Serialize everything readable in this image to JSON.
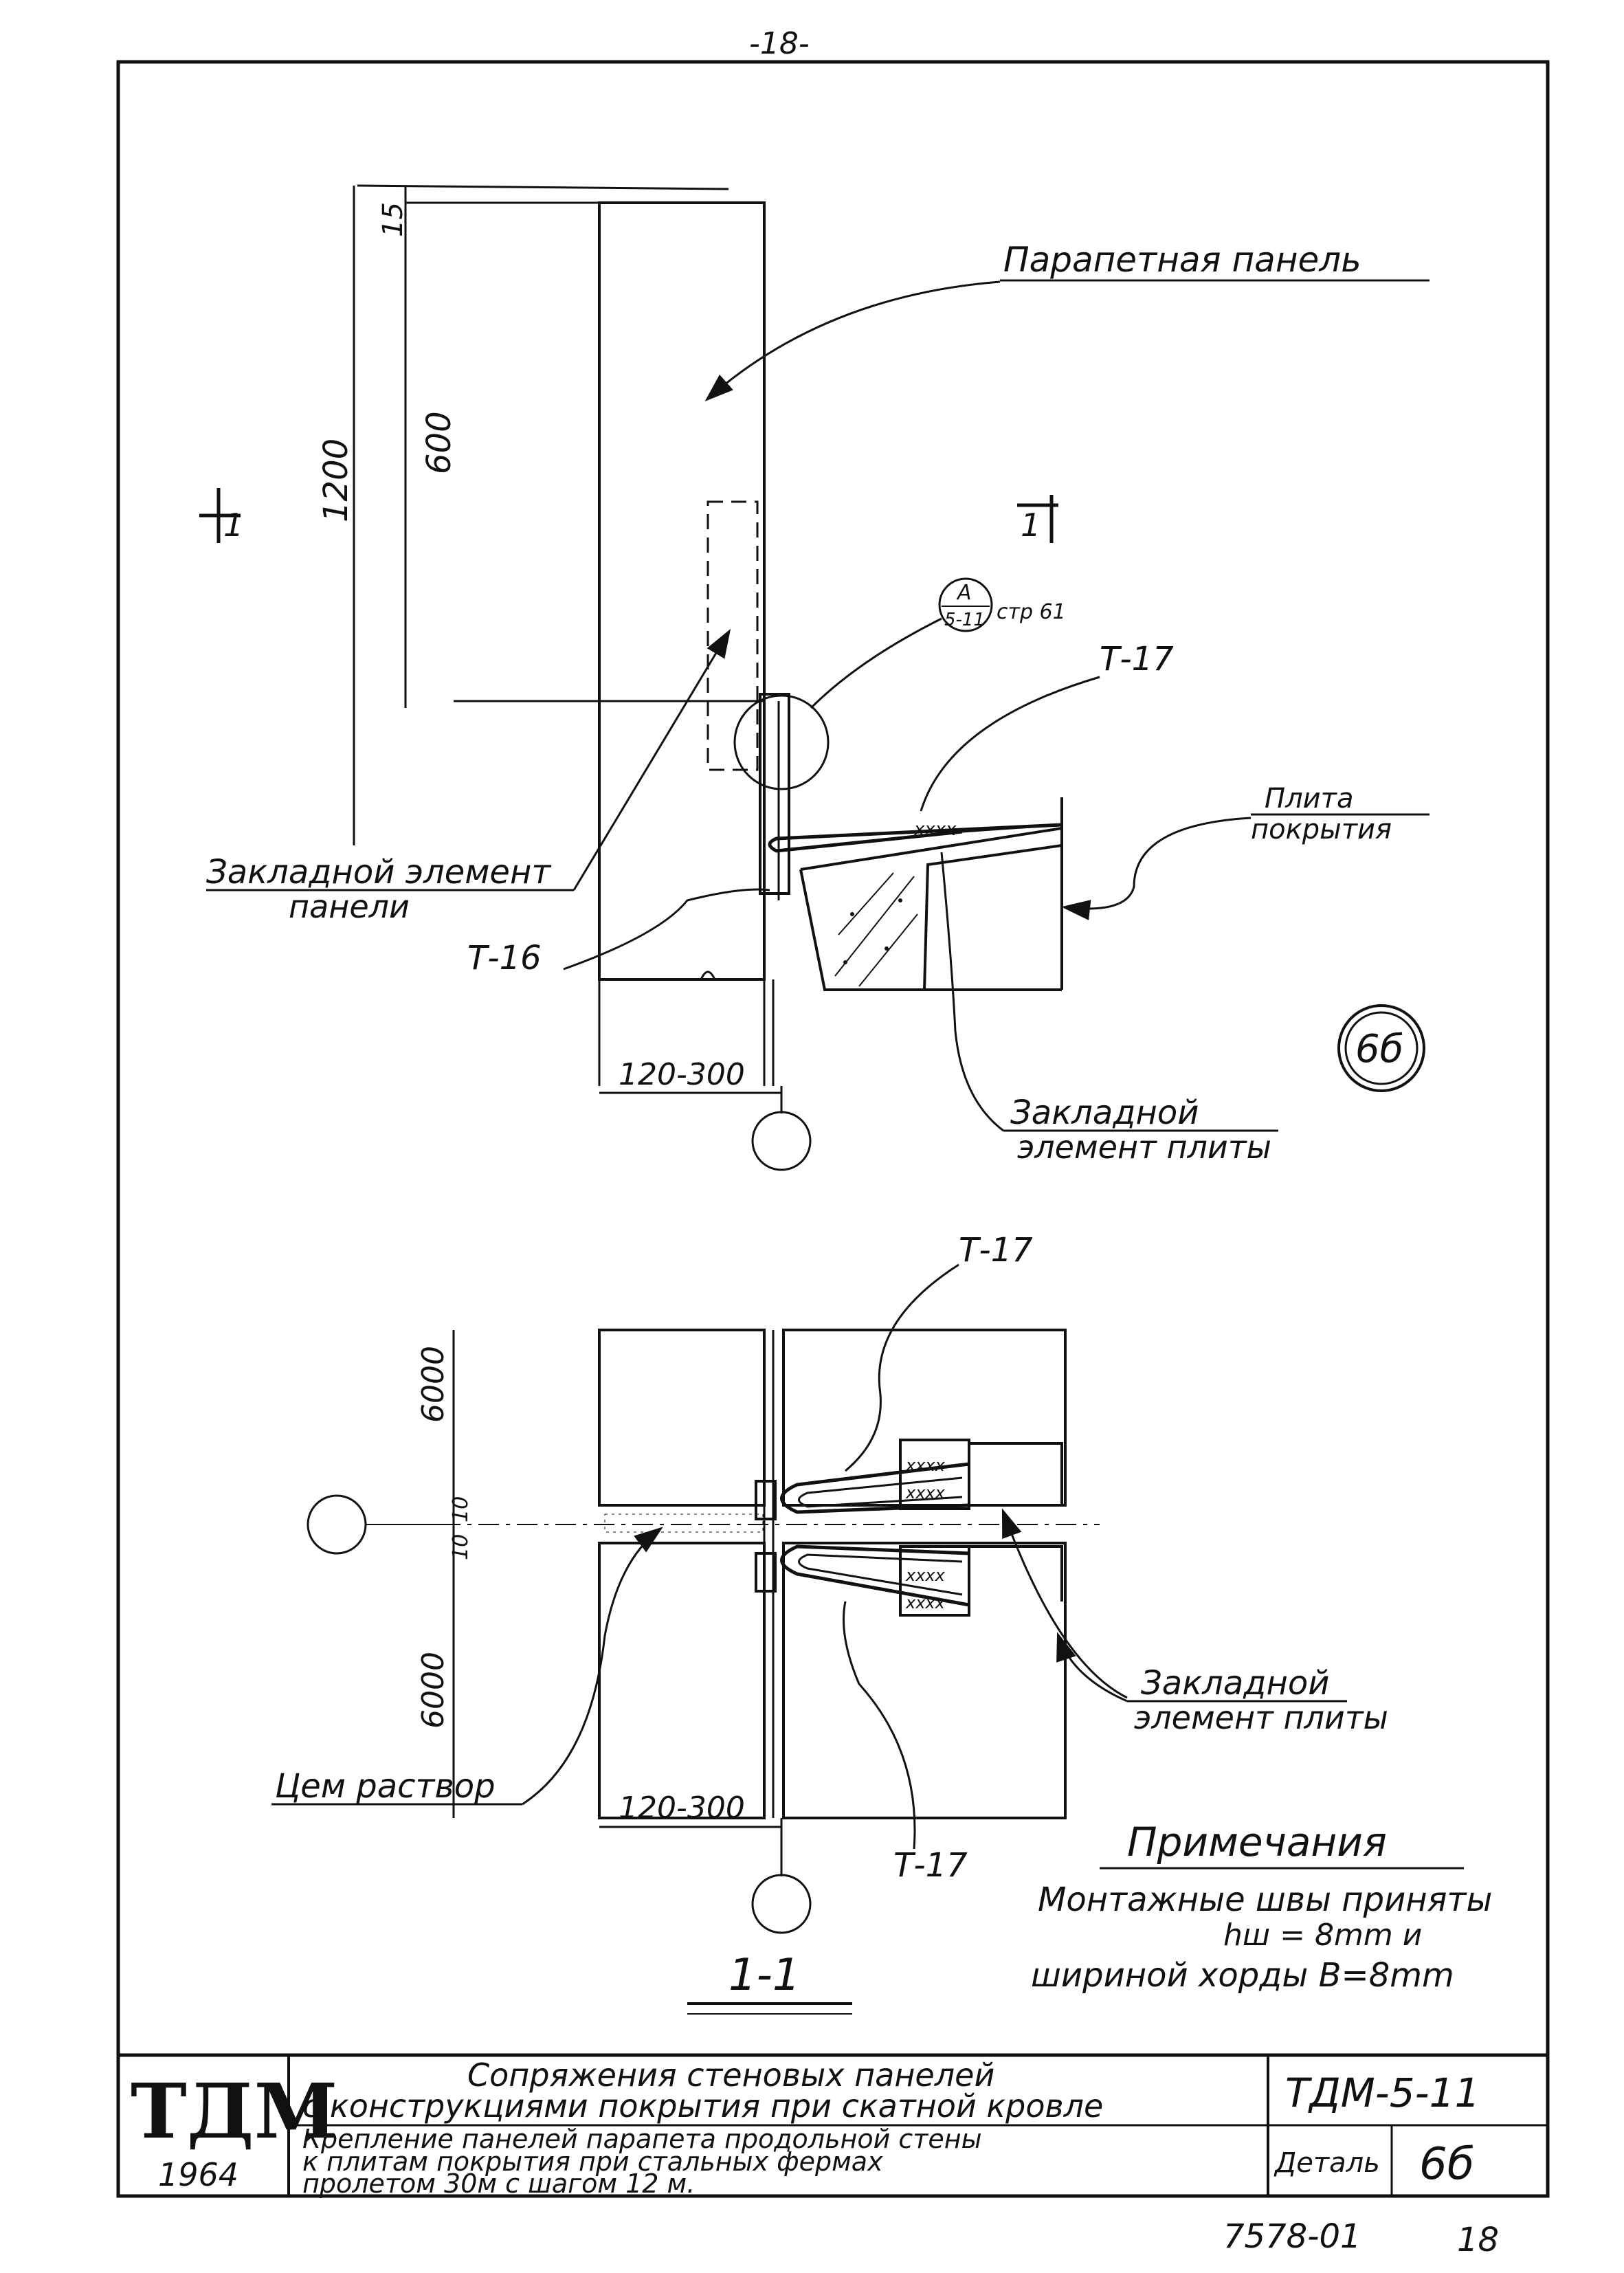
{
  "page_number_top": "-18-",
  "drawing_top": {
    "dims": {
      "d15": "15",
      "d1200": "1200",
      "d600": "600",
      "d120_300": "120-300"
    },
    "section_mark_left": "1",
    "section_mark_right": "1",
    "callout": {
      "top": "A",
      "bottom": "5-11",
      "ref": "стр 61"
    },
    "labels": {
      "parapet_panel": "Парапетная панель",
      "t17": "Т-17",
      "roof_slab_line1": "Плита",
      "roof_slab_line2": "покрытия",
      "embedded_panel_line1": "Закладной элемент",
      "embedded_panel_line2": "панели",
      "t16": "Т-16",
      "embedded_slab_line1": "Закладной",
      "embedded_slab_line2": "элемент плиты",
      "detail_circle": "6б"
    }
  },
  "drawing_bottom": {
    "dims": {
      "d6000_top": "6000",
      "d6000_bottom": "6000",
      "d10a": "10",
      "d10b": "10",
      "d120_300": "120-300"
    },
    "labels": {
      "t17_top": "Т-17",
      "t17_bottom": "Т-17",
      "embedded_slab_line1": "Закладной",
      "embedded_slab_line2": "элемент плиты",
      "cement_mortar": "Цем раствор",
      "section_title": "1-1"
    }
  },
  "notes": {
    "title": "Примечания",
    "line1": "Монтажные швы приняты",
    "line2": "hш = 8mm и",
    "line3": "шириной хорды В=8mm"
  },
  "title_block": {
    "logo": "ТДМ",
    "year": "1964",
    "title_line1": "Сопряжения стеновых панелей",
    "title_line2": "с конструкциями покрытия при скатной кровле",
    "desc_line1": "Крепление панелей парапета продольной стены",
    "desc_line2": "к плитам покрытия при стальных фермах",
    "desc_line3": "пролетом 30м с шагом 12 м.",
    "series": "ТДМ-5-11",
    "detail_label": "Деталь",
    "detail_value": "6б"
  },
  "footer": {
    "code": "7578-01",
    "page": "18"
  }
}
